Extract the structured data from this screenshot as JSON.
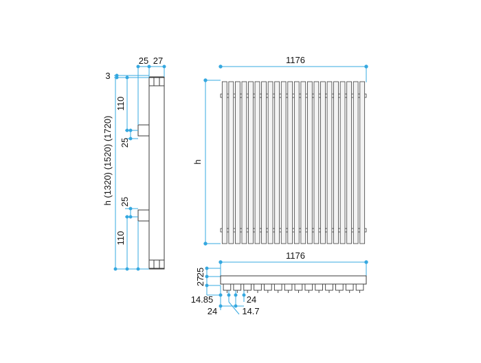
{
  "colors": {
    "dimension_line": "#35a8e0",
    "outline": "#3a3a3a",
    "tube_fill": "#f4f4f4",
    "text": "#111111"
  },
  "side_view": {
    "top_offset_label": "3",
    "width_labels": [
      "25",
      "27"
    ],
    "height_label": "h (1320) (1520) (1720)",
    "upper_spacing_label": "110",
    "upper_bracket_label": "25",
    "lower_bracket_label": "25",
    "lower_spacing_label": "110"
  },
  "front_view": {
    "width_label": "1176",
    "height_label": "h",
    "tube_count": 22
  },
  "bottom_view": {
    "width_label": "1176",
    "depth_labels": [
      "25",
      "27"
    ],
    "spacing_labels": [
      "14.85",
      "24",
      "24",
      "14.7"
    ],
    "tube_count": 14
  }
}
